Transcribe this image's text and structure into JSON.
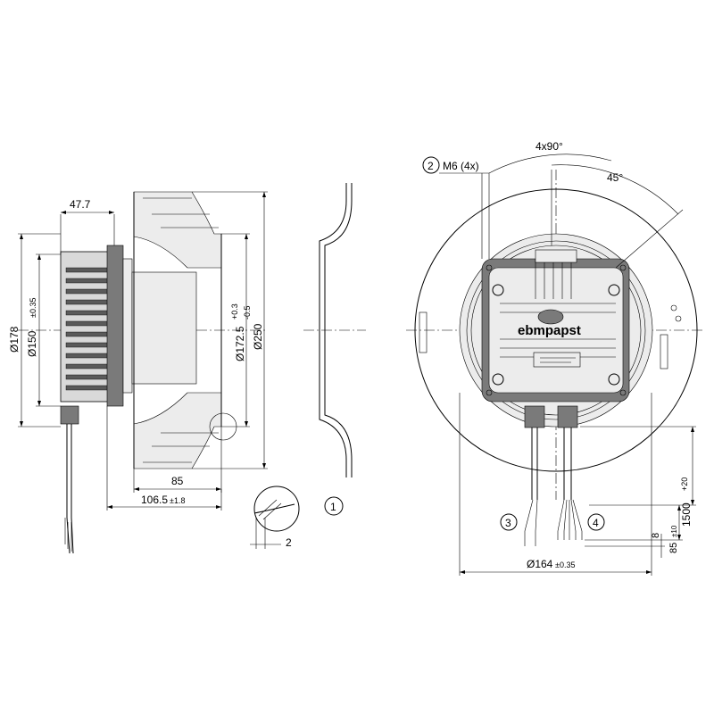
{
  "dimensions": {
    "d_47_7": "47.7",
    "d_178": "Ø178",
    "d_150": "Ø150",
    "d_150_tol": "±0.35",
    "d_172_5": "Ø172.5",
    "d_172_5_tol_plus": "+0.3",
    "d_172_5_tol_minus": "-0.5",
    "d_250": "Ø250",
    "d_85": "85",
    "d_106_5": "106.5",
    "d_106_5_tol": "±1.8",
    "d_2": "2",
    "d_4x90": "4x90°",
    "d_45": "45°",
    "d_m6": "M6 (4x)",
    "d_1500": "1500",
    "d_1500_tol": "+20",
    "d_85b": "85",
    "d_85b_tol": "±10",
    "d_8": "8",
    "d_164": "Ø164",
    "d_164_tol": "±0.35"
  },
  "callouts": {
    "c1": "1",
    "c2": "2",
    "c3": "3",
    "c4": "4"
  },
  "brand": {
    "logo_text": "ebmpapst"
  }
}
